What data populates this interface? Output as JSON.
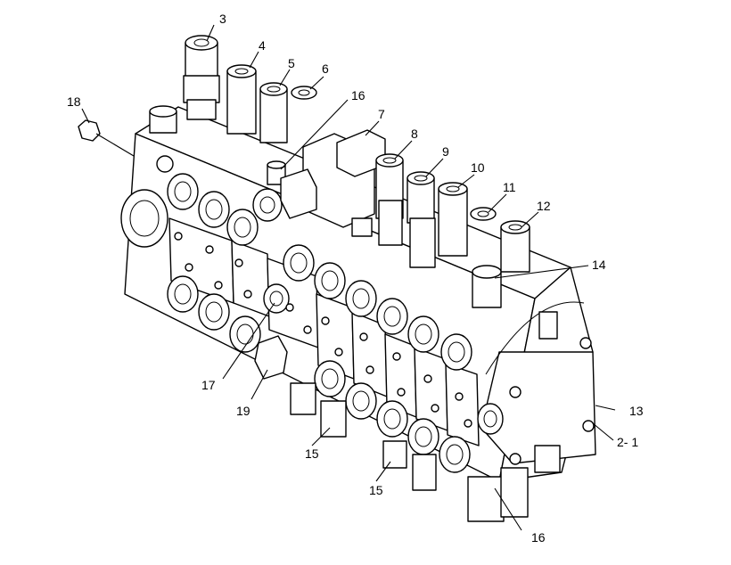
{
  "callouts": [
    {
      "id": "c3",
      "text": "3"
    },
    {
      "id": "c4",
      "text": "4"
    },
    {
      "id": "c5",
      "text": "5"
    },
    {
      "id": "c6",
      "text": "6"
    },
    {
      "id": "c16a",
      "text": "16"
    },
    {
      "id": "c7",
      "text": "7"
    },
    {
      "id": "c8",
      "text": "8"
    },
    {
      "id": "c9",
      "text": "9"
    },
    {
      "id": "c10",
      "text": "10"
    },
    {
      "id": "c11",
      "text": "11"
    },
    {
      "id": "c12",
      "text": "12"
    },
    {
      "id": "c18",
      "text": "18"
    },
    {
      "id": "c14",
      "text": "14"
    },
    {
      "id": "c13",
      "text": "13"
    },
    {
      "id": "c21",
      "text": "2- 1"
    },
    {
      "id": "c17",
      "text": "17"
    },
    {
      "id": "c19",
      "text": "19"
    },
    {
      "id": "c15a",
      "text": "15"
    },
    {
      "id": "c15b",
      "text": "15"
    },
    {
      "id": "c16b",
      "text": "16"
    }
  ]
}
